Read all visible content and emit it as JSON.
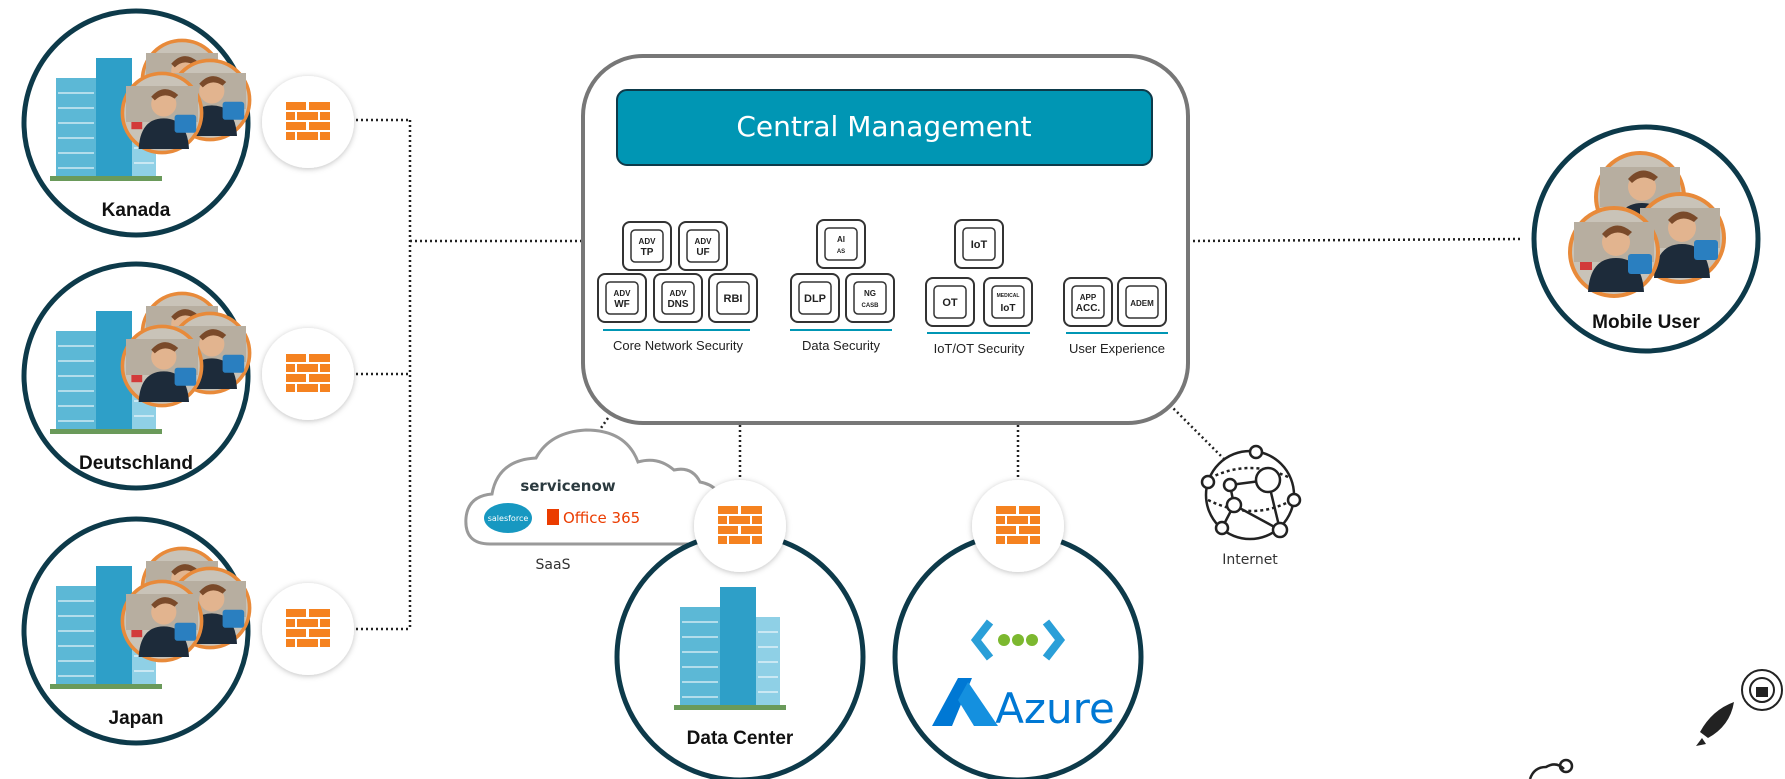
{
  "sites": [
    {
      "name": "Kanada"
    },
    {
      "name": "Deutschland"
    },
    {
      "name": "Japan"
    }
  ],
  "central": {
    "title": "Central Management",
    "groups": [
      {
        "label": "Core Network Security",
        "modules": [
          {
            "line1": "ADV",
            "line2": "TP"
          },
          {
            "line1": "ADV",
            "line2": "UF"
          },
          {
            "line1": "ADV",
            "line2": "WF"
          },
          {
            "line1": "ADV",
            "line2": "DNS"
          },
          {
            "line1": "RBI",
            "line2": ""
          }
        ]
      },
      {
        "label": "Data Security",
        "modules": [
          {
            "line1": "AI",
            "line2": "AS"
          },
          {
            "line1": "DLP",
            "line2": ""
          },
          {
            "line1": "NG",
            "line2": "CASB"
          }
        ]
      },
      {
        "label": "IoT/OT Security",
        "modules": [
          {
            "line1": "IoT",
            "line2": ""
          },
          {
            "line1": "OT",
            "line2": ""
          },
          {
            "line1": "MEDICAL",
            "line2": "IoT"
          }
        ]
      },
      {
        "label": "User Experience",
        "modules": [
          {
            "line1": "APP",
            "line2": "ACC."
          },
          {
            "line1": "ADEM",
            "line2": ""
          }
        ]
      }
    ]
  },
  "mobile": {
    "label": "Mobile User"
  },
  "saas": {
    "label": "SaaS",
    "brands": [
      "servicenow",
      "salesforce",
      "Office 365"
    ]
  },
  "datacenter": {
    "label": "Data Center"
  },
  "azure": {
    "label": "Azure"
  },
  "internet": {
    "label": "Internet"
  },
  "colors": {
    "teal": "#0096b4",
    "navy": "#0d3a4a",
    "orange": "#f58220",
    "gray": "#888888"
  },
  "icons": [
    "firewall-icon",
    "building-icon",
    "user-icon",
    "globe-network-icon",
    "cloud-icon",
    "rocket-icon"
  ]
}
